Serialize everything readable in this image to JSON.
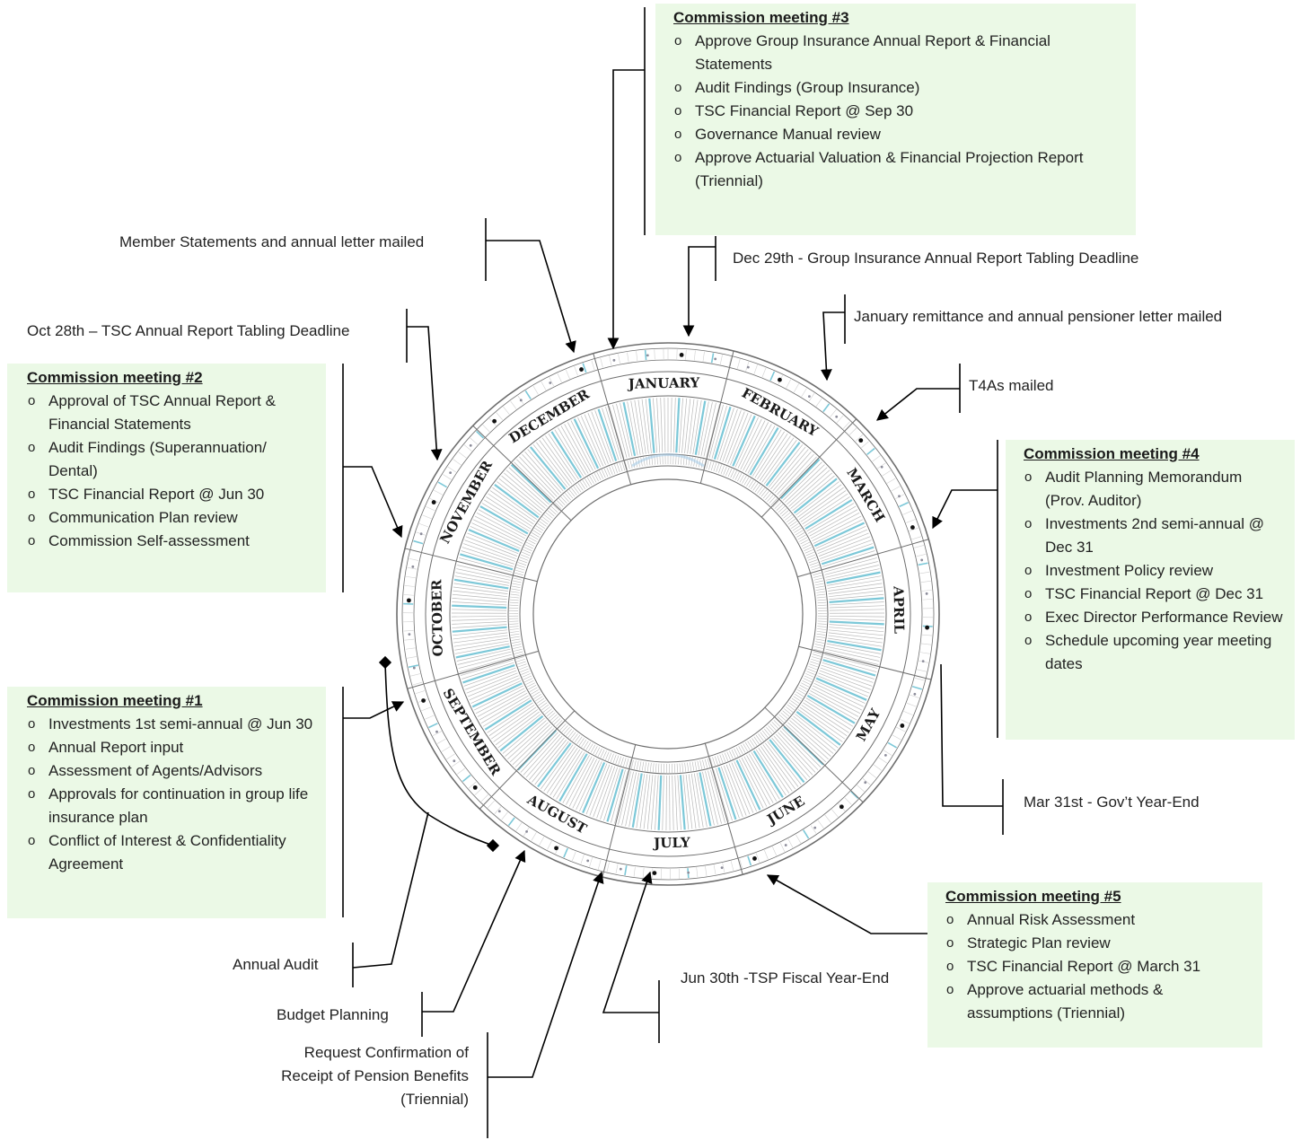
{
  "wheel": {
    "months": [
      "JANUARY",
      "FEBRUARY",
      "MARCH",
      "APRIL",
      "MAY",
      "JUNE",
      "JULY",
      "AUGUST",
      "SEPTEMBER",
      "OCTOBER",
      "NOVEMBER",
      "DECEMBER"
    ],
    "colors": {
      "ring": "#6e6e6e",
      "tick": "#b8b8b8",
      "highlight": "#7cc8d8",
      "box_bg": "#ebf9e6",
      "line": "#000000"
    }
  },
  "meetings": {
    "m1": {
      "title": "Commission meeting #1",
      "items": [
        "Investments 1st semi-annual @ Jun 30",
        "Annual Report input",
        "Assessment of Agents/Advisors",
        "Approvals for continuation in group life insurance plan",
        "Conflict of Interest & Confidentiality Agreement"
      ]
    },
    "m2": {
      "title": "Commission meeting #2",
      "items": [
        "Approval of TSC Annual Report & Financial Statements",
        "Audit Findings (Superannuation/ Dental)",
        "TSC Financial Report @ Jun 30",
        "Communication Plan review",
        "Commission Self-assessment"
      ]
    },
    "m3": {
      "title": "Commission meeting #3",
      "items": [
        "Approve Group Insurance Annual Report & Financial Statements",
        "Audit Findings (Group Insurance)",
        "TSC Financial Report @ Sep 30",
        "Governance Manual review",
        "Approve Actuarial Valuation & Financial Projection Report (Triennial)"
      ]
    },
    "m4": {
      "title": "Commission meeting #4",
      "items": [
        "Audit Planning Memorandum (Prov. Auditor)",
        "Investments 2nd semi-annual @ Dec 31",
        "Investment Policy review",
        "TSC Financial Report @ Dec 31",
        "Exec Director Performance Review",
        "Schedule upcoming year meeting dates"
      ]
    },
    "m5": {
      "title": "Commission meeting #5",
      "items": [
        "Annual Risk Assessment",
        "Strategic Plan review",
        "TSC Financial Report @ March 31",
        "Approve actuarial methods & assumptions (Triennial)"
      ]
    }
  },
  "events": {
    "member_statements": "Member Statements and annual letter mailed",
    "oct28": "Oct 28th – TSC Annual Report Tabling Deadline",
    "dec29": "Dec 29th - Group Insurance Annual Report Tabling Deadline",
    "january_remittance": "January remittance and annual pensioner letter mailed",
    "t4as": "T4As mailed",
    "mar31": "Mar 31st - Gov’t Year-End",
    "jun30": "Jun 30th -TSP Fiscal Year-End",
    "annual_audit": "Annual Audit",
    "budget_planning": "Budget Planning",
    "request_confirmation": "Request Confirmation of Receipt of Pension Benefits (Triennial)"
  }
}
